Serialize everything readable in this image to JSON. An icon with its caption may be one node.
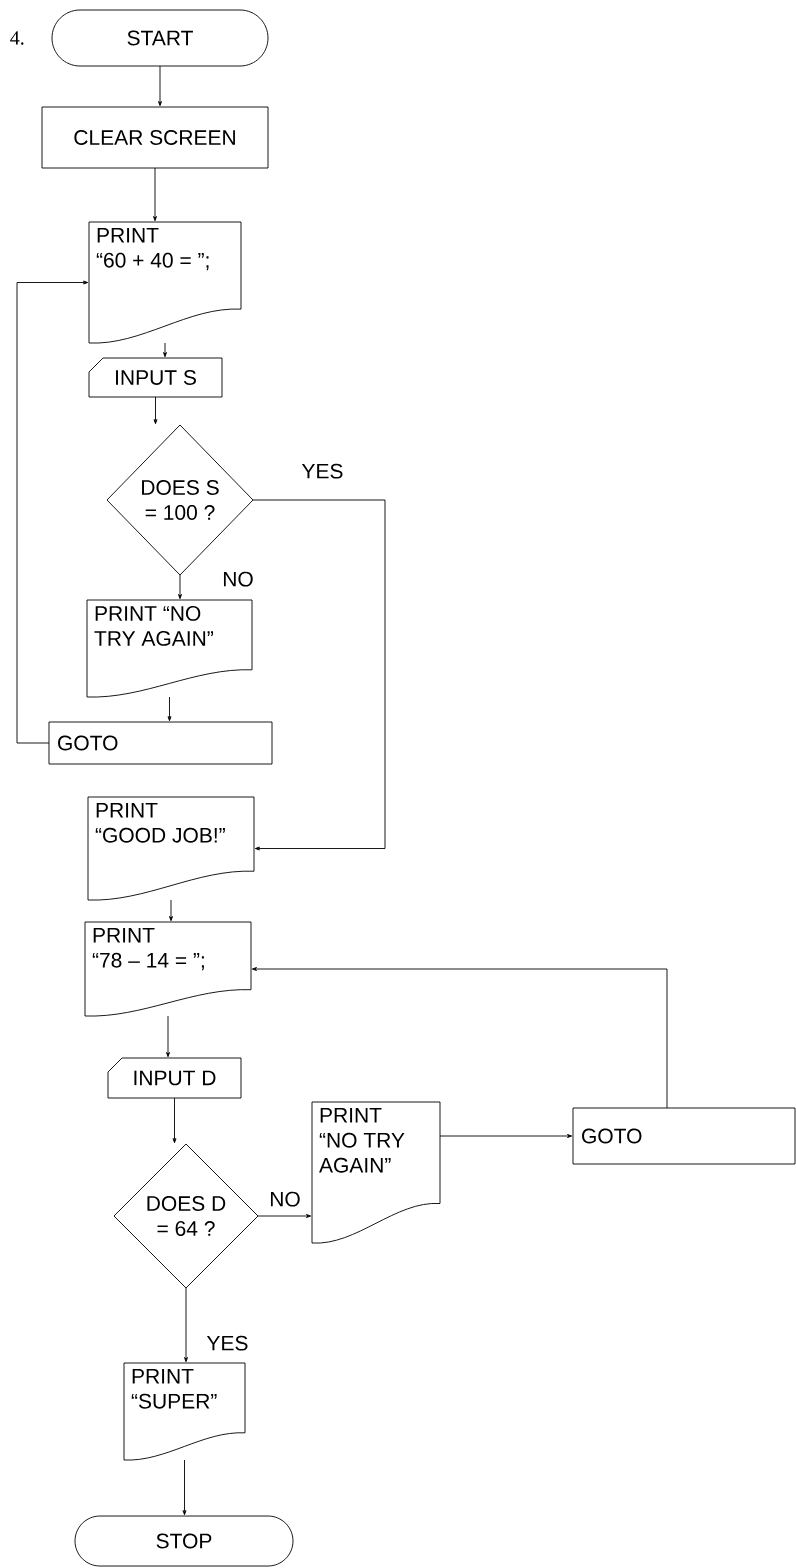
{
  "diagram": {
    "nodes": [
      {
        "text": [
          "START"
        ]
      },
      {
        "text": [
          "CLEAR SCREEN"
        ]
      },
      {
        "text": [
          "PRINT",
          "“60 + 40 = ”;"
        ]
      },
      {
        "text": [
          "INPUT S"
        ]
      },
      {
        "text": [
          "DOES S = 100 ?"
        ]
      },
      {
        "text": [
          "PRINT “NO TRY AGAIN”"
        ]
      },
      {
        "text": [
          "GOTO"
        ]
      },
      {
        "text": [
          "PRINT",
          "“GOOD JOB!”"
        ]
      },
      {
        "text": [
          "PRINT",
          "“78 – 14 = ”;"
        ]
      },
      {
        "text": [
          "INPUT D"
        ]
      },
      {
        "text": [
          "DOES D = 64 ?"
        ]
      },
      {
        "text": [
          "PRINT",
          "“NO TRY AGAIN”"
        ]
      },
      {
        "text": [
          "GOTO"
        ]
      },
      {
        "text": [
          "PRINT",
          "“SUPER”"
        ]
      },
      {
        "text": [
          "STOP"
        ]
      }
    ],
    "edges": [
      {
        "from": 0,
        "to": 1,
        "arrow": "to"
      },
      {
        "from": 1,
        "to": 2,
        "arrow": "to"
      },
      {
        "from": 2,
        "to": 3,
        "arrow": "to"
      },
      {
        "from": 3,
        "to": 4,
        "arrow": "to"
      },
      {
        "from": 4,
        "to": 5,
        "arrow": "to",
        "label": "NO"
      },
      {
        "from": 5,
        "to": 6,
        "arrow": "to"
      },
      {
        "from": 6,
        "to": 2,
        "arrow": "to"
      },
      {
        "from": 4,
        "to": 7,
        "arrow": "to",
        "label": "YES"
      },
      {
        "from": 7,
        "to": 8,
        "arrow": "to"
      },
      {
        "from": 8,
        "to": 9,
        "arrow": "to"
      },
      {
        "from": 9,
        "to": 10,
        "arrow": "to"
      },
      {
        "from": 10,
        "to": 11,
        "arrow": "to",
        "label": "NO"
      },
      {
        "from": 11,
        "to": 12,
        "arrow": "to"
      },
      {
        "from": 12,
        "to": 8,
        "arrow": "to"
      },
      {
        "from": 10,
        "to": 13,
        "arrow": "to",
        "label": "YES"
      },
      {
        "from": 13,
        "to": 14,
        "arrow": "to"
      }
    ],
    "labels": [
      "4."
    ]
  }
}
